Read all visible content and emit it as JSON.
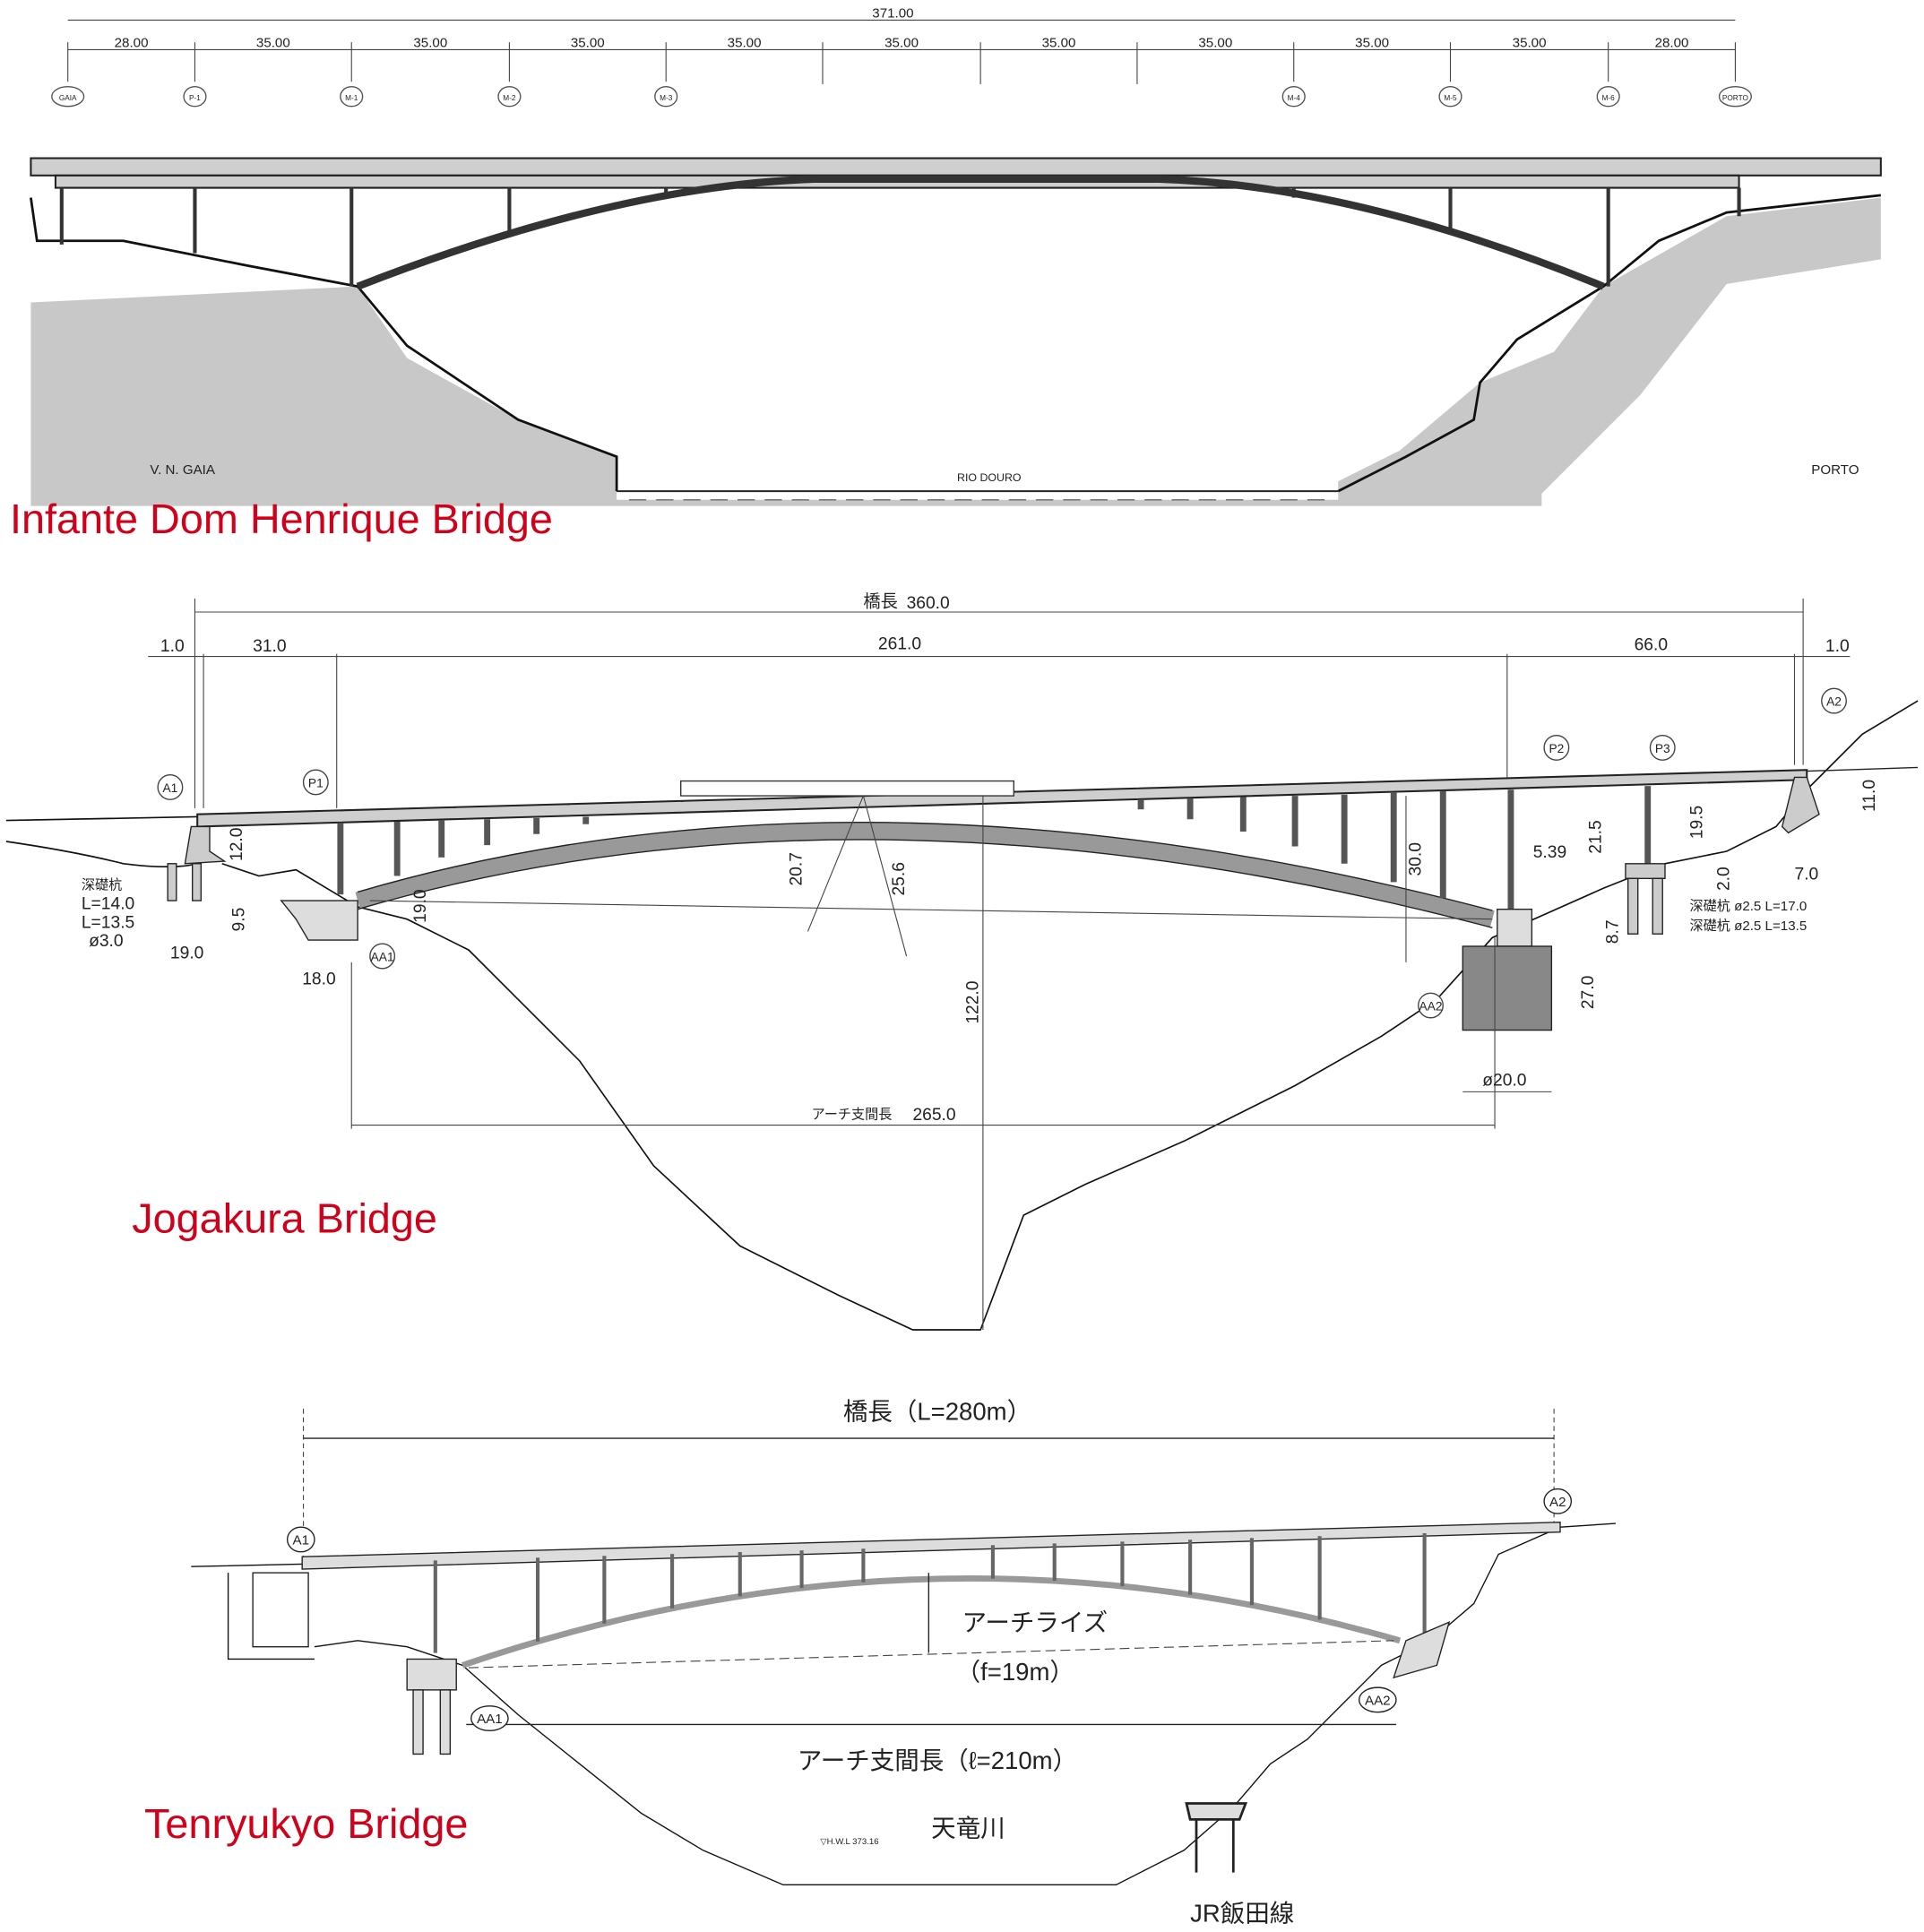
{
  "bridges": [
    {
      "title": "Infante Dom Henrique Bridge",
      "total_span": "371.00",
      "spans": [
        "28.00",
        "35.00",
        "35.00",
        "35.00",
        "35.00",
        "35.00",
        "35.00",
        "35.00",
        "35.00",
        "35.00",
        "28.00"
      ],
      "supports": [
        "GAIA",
        "P-1",
        "M-1",
        "M-2",
        "M-3",
        "M-4",
        "M-5",
        "M-6",
        "PORTO"
      ],
      "left_bank": "V. N. GAIA",
      "right_bank": "PORTO",
      "river": "RIO DOURO"
    },
    {
      "title": "Jogakura Bridge",
      "bridge_length_label": "橋長",
      "bridge_length": "360.0",
      "dims": {
        "left_end": "1.0",
        "left_span": "31.0",
        "main": "261.0",
        "right_span": "66.0",
        "right_end": "1.0",
        "a1_height": "12.0",
        "a1_width": "19.0",
        "aa1_height": "9.5",
        "aa1_width": "18.0",
        "aa1_rise": "19.0",
        "crown_1": "20.7",
        "crown_2": "25.6",
        "total_height": "122.0",
        "p2_height": "30.0",
        "aa2_offset": "5.39",
        "p2_h": "21.5",
        "p3_h": "19.5",
        "p3_footing": "2.0",
        "aa2_top": "8.7",
        "aa2_caisson": "27.0",
        "aa2_dia": "ø20.0",
        "a2_height": "11.0",
        "a2_width": "7.0"
      },
      "pile_left": [
        "深礎杭",
        "L=14.0",
        "L=13.5",
        "ø3.0"
      ],
      "pile_right": [
        "深礎杭 ø2.5 L=17.0",
        "深礎杭 ø2.5 L=13.5"
      ],
      "labels": [
        "A1",
        "P1",
        "AA1",
        "P2",
        "P3",
        "A2",
        "AA2"
      ],
      "arch_span_label": "アーチ支間長",
      "arch_span": "265.0"
    },
    {
      "title": "Tenryukyo Bridge",
      "bridge_length": "橋長（L=280m）",
      "labels": [
        "A1",
        "A2",
        "AA1",
        "AA2"
      ],
      "arch_rise_1": "アーチライズ",
      "arch_rise_2": "（f=19m）",
      "arch_span": "アーチ支間長（ℓ=210m）",
      "river": "天竜川",
      "water_level": "▽H.W.L 373.16",
      "railway": "JR飯田線"
    }
  ]
}
